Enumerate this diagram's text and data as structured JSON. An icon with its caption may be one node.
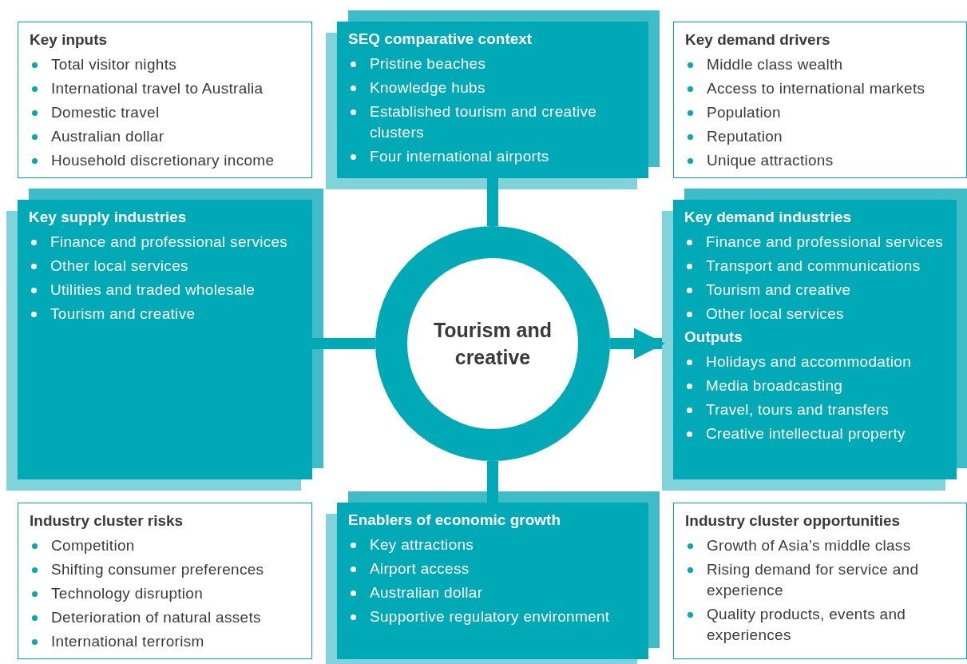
{
  "diagram": {
    "nodes": [
      {
        "text": [
          "Key inputs",
          "Total visitor nights",
          "International travel to Australia",
          "Domestic travel",
          "Australian dollar",
          "Household discretionary income"
        ]
      },
      {
        "text": [
          "SEQ comparative context",
          "Pristine beaches",
          "Knowledge hubs",
          "Established tourism and creative clusters",
          "Four international airports"
        ]
      },
      {
        "text": [
          "Key demand drivers",
          "Middle class wealth",
          "Access to international markets",
          "Population",
          "Reputation",
          "Unique attractions"
        ]
      },
      {
        "text": [
          "Key supply industries",
          "Finance and professional services",
          "Other local services",
          "Utilities and traded wholesale",
          "Tourism and creative"
        ]
      },
      {
        "text": [
          "Tourism and creative"
        ]
      },
      {
        "text": [
          "Key demand industries",
          "Finance and professional services",
          "Transport and communications",
          "Tourism and creative",
          "Other local services",
          "Outputs",
          "Holidays and accommodation",
          "Media broadcasting",
          "Travel, tours and transfers",
          "Creative intellectual property"
        ]
      },
      {
        "text": [
          "Industry cluster risks",
          "Competition",
          "Shifting consumer preferences",
          "Technology disruption",
          "Deterioration of natural assets",
          "International terrorism"
        ]
      },
      {
        "text": [
          "Enablers of economic growth",
          "Key attractions",
          "Airport access",
          "Australian dollar",
          "Supportive regulatory environment"
        ]
      },
      {
        "text": [
          "Industry cluster opportunities",
          "Growth of Asia’s middle class",
          "Rising demand for service and experience",
          "Quality products, events and experiences"
        ]
      }
    ],
    "edges": [
      {
        "from": 1,
        "to": 4,
        "arrow": "none"
      },
      {
        "from": 3,
        "to": 4,
        "arrow": "none"
      },
      {
        "from": 4,
        "to": 5,
        "arrow": "to"
      },
      {
        "from": 4,
        "to": 7,
        "arrow": "none"
      }
    ]
  }
}
